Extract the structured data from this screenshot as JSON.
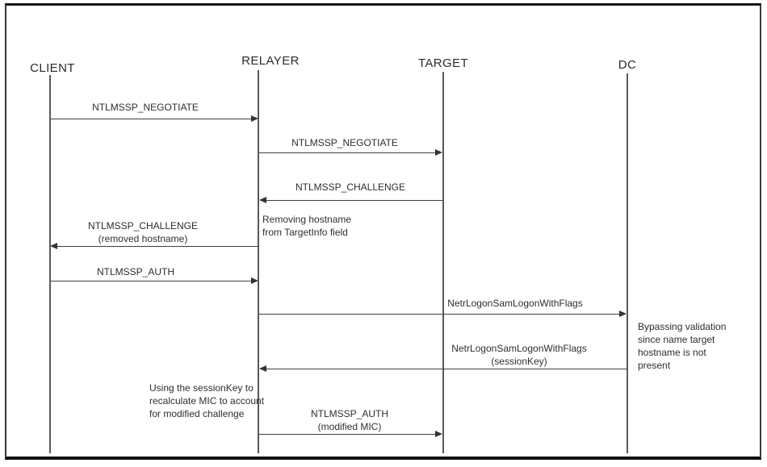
{
  "diagram": {
    "type": "sequence-diagram",
    "colors": {
      "background": "#ffffff",
      "text": "#2e2e2e",
      "lifeline": "#595959",
      "arrow": "#333333",
      "frame": "#141414"
    },
    "actors": [
      {
        "name": "CLIENT"
      },
      {
        "name": "RELAYER"
      },
      {
        "name": "TARGET"
      },
      {
        "name": "DC"
      }
    ],
    "messages": [
      {
        "label": "NTLMSSP_NEGOTIATE",
        "sub": "",
        "from": "CLIENT",
        "to": "RELAYER",
        "direction": "right"
      },
      {
        "label": "NTLMSSP_NEGOTIATE",
        "sub": "",
        "from": "RELAYER",
        "to": "TARGET",
        "direction": "right"
      },
      {
        "label": "NTLMSSP_CHALLENGE",
        "sub": "",
        "from": "TARGET",
        "to": "RELAYER",
        "direction": "left"
      },
      {
        "label": "NTLMSSP_CHALLENGE",
        "sub": "(removed hostname)",
        "from": "RELAYER",
        "to": "CLIENT",
        "direction": "left"
      },
      {
        "label": "NTLMSSP_AUTH",
        "sub": "",
        "from": "CLIENT",
        "to": "RELAYER",
        "direction": "right"
      },
      {
        "label": "NetrLogonSamLogonWithFlags",
        "sub": "",
        "from": "RELAYER",
        "to": "DC",
        "direction": "right"
      },
      {
        "label": "NetrLogonSamLogonWithFlags",
        "sub": "(sessionKey)",
        "from": "DC",
        "to": "RELAYER",
        "direction": "left"
      },
      {
        "label": "NTLMSSP_AUTH",
        "sub": "(modified MIC)",
        "from": "RELAYER",
        "to": "TARGET",
        "direction": "right"
      }
    ],
    "notes": [
      {
        "attached_to": "RELAYER",
        "lines": [
          "Removing hostname",
          "from TargetInfo field"
        ]
      },
      {
        "attached_to": "DC",
        "lines": [
          "Bypassing validation",
          "since name target",
          "hostname is not",
          "present"
        ]
      },
      {
        "attached_to": "RELAYER",
        "lines": [
          "Using the sessionKey to",
          "recalculate MIC to account",
          "for modified challenge"
        ]
      }
    ]
  }
}
